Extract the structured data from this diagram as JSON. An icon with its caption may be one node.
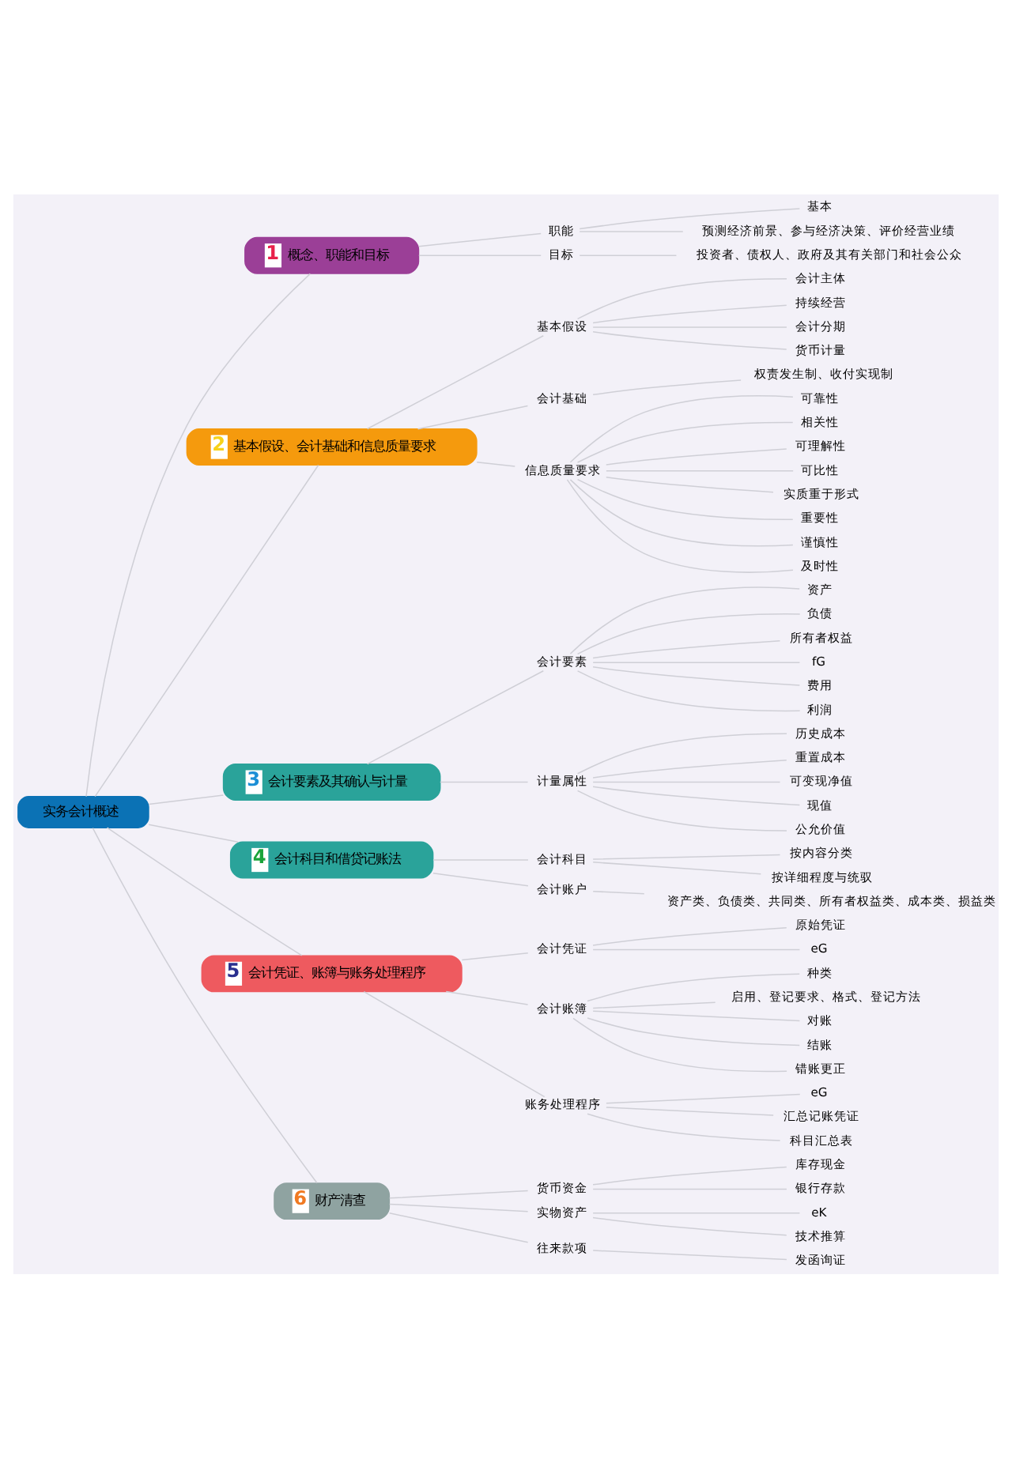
{
  "diagram": {
    "nodes": [
      {
        "text": [
          "实务会计概述"
        ]
      },
      {
        "text": [
          "1",
          "概念、职能和目标"
        ]
      },
      {
        "text": [
          "职能"
        ]
      },
      {
        "text": [
          "基本"
        ]
      },
      {
        "text": [
          "预测经济前景、参与经济决策、评价经营业绩"
        ]
      },
      {
        "text": [
          "目标"
        ]
      },
      {
        "text": [
          "投资者、债权人、政府及其有关部门和社会公众"
        ]
      },
      {
        "text": [
          "2",
          "基本假设、会计基础和信息质量要求"
        ]
      },
      {
        "text": [
          "基本假设"
        ]
      },
      {
        "text": [
          "会计主体"
        ]
      },
      {
        "text": [
          "持续经营"
        ]
      },
      {
        "text": [
          "会计分期"
        ]
      },
      {
        "text": [
          "货币计量"
        ]
      },
      {
        "text": [
          "会计基础"
        ]
      },
      {
        "text": [
          "权责发生制、收付实现制"
        ]
      },
      {
        "text": [
          "信息质量要求"
        ]
      },
      {
        "text": [
          "可靠性"
        ]
      },
      {
        "text": [
          "相关性"
        ]
      },
      {
        "text": [
          "可理解性"
        ]
      },
      {
        "text": [
          "可比性"
        ]
      },
      {
        "text": [
          "实质重于形式"
        ]
      },
      {
        "text": [
          "重要性"
        ]
      },
      {
        "text": [
          "谨慎性"
        ]
      },
      {
        "text": [
          "及时性"
        ]
      },
      {
        "text": [
          "3",
          "会计要素及其确认与计量"
        ]
      },
      {
        "text": [
          "会计要素"
        ]
      },
      {
        "text": [
          "资产"
        ]
      },
      {
        "text": [
          "负债"
        ]
      },
      {
        "text": [
          "所有者权益"
        ]
      },
      {
        "text": [
          "fG"
        ]
      },
      {
        "text": [
          "费用"
        ]
      },
      {
        "text": [
          "利润"
        ]
      },
      {
        "text": [
          "计量属性"
        ]
      },
      {
        "text": [
          "历史成本"
        ]
      },
      {
        "text": [
          "重置成本"
        ]
      },
      {
        "text": [
          "可变现净值"
        ]
      },
      {
        "text": [
          "现值"
        ]
      },
      {
        "text": [
          "公允价值"
        ]
      },
      {
        "text": [
          "4",
          "会计科目和借贷记账法"
        ]
      },
      {
        "text": [
          "会计科目"
        ]
      },
      {
        "text": [
          "按内容分类"
        ]
      },
      {
        "text": [
          "按详细程度与统驭"
        ]
      },
      {
        "text": [
          "会计账户"
        ]
      },
      {
        "text": [
          "资产类、负债类、共同类、所有者权益类、成本类、损益类"
        ]
      },
      {
        "text": [
          "5",
          "会计凭证、账簿与账务处理程序"
        ]
      },
      {
        "text": [
          "会计凭证"
        ]
      },
      {
        "text": [
          "原始凭证"
        ]
      },
      {
        "text": [
          "eG"
        ]
      },
      {
        "text": [
          "会计账簿"
        ]
      },
      {
        "text": [
          "种类"
        ]
      },
      {
        "text": [
          "启用、登记要求、格式、登记方法"
        ]
      },
      {
        "text": [
          "对账"
        ]
      },
      {
        "text": [
          "结账"
        ]
      },
      {
        "text": [
          "错账更正"
        ]
      },
      {
        "text": [
          "账务处理程序"
        ]
      },
      {
        "text": [
          "eG"
        ]
      },
      {
        "text": [
          "汇总记账凭证"
        ]
      },
      {
        "text": [
          "科目汇总表"
        ]
      },
      {
        "text": [
          "6",
          "财产清查"
        ]
      },
      {
        "text": [
          "货币资金"
        ]
      },
      {
        "text": [
          "库存现金"
        ]
      },
      {
        "text": [
          "银行存款"
        ]
      },
      {
        "text": [
          "实物资产"
        ]
      },
      {
        "text": [
          "eK"
        ]
      },
      {
        "text": [
          "技术推算"
        ]
      },
      {
        "text": [
          "往来款项"
        ]
      },
      {
        "text": [
          "发函询证"
        ]
      }
    ],
    "edges": [
      {
        "from": 0,
        "to": 1,
        "arrow": "none"
      },
      {
        "from": 1,
        "to": 2,
        "arrow": "none"
      },
      {
        "from": 2,
        "to": 3,
        "arrow": "none"
      },
      {
        "from": 2,
        "to": 4,
        "arrow": "none"
      },
      {
        "from": 1,
        "to": 5,
        "arrow": "none"
      },
      {
        "from": 5,
        "to": 6,
        "arrow": "none"
      },
      {
        "from": 0,
        "to": 7,
        "arrow": "none"
      },
      {
        "from": 7,
        "to": 8,
        "arrow": "none"
      },
      {
        "from": 8,
        "to": 9,
        "arrow": "none"
      },
      {
        "from": 8,
        "to": 10,
        "arrow": "none"
      },
      {
        "from": 8,
        "to": 11,
        "arrow": "none"
      },
      {
        "from": 8,
        "to": 12,
        "arrow": "none"
      },
      {
        "from": 7,
        "to": 13,
        "arrow": "none"
      },
      {
        "from": 13,
        "to": 14,
        "arrow": "none"
      },
      {
        "from": 7,
        "to": 15,
        "arrow": "none"
      },
      {
        "from": 15,
        "to": 16,
        "arrow": "none"
      },
      {
        "from": 15,
        "to": 17,
        "arrow": "none"
      },
      {
        "from": 15,
        "to": 18,
        "arrow": "none"
      },
      {
        "from": 15,
        "to": 19,
        "arrow": "none"
      },
      {
        "from": 15,
        "to": 20,
        "arrow": "none"
      },
      {
        "from": 15,
        "to": 21,
        "arrow": "none"
      },
      {
        "from": 15,
        "to": 22,
        "arrow": "none"
      },
      {
        "from": 15,
        "to": 23,
        "arrow": "none"
      },
      {
        "from": 0,
        "to": 24,
        "arrow": "none"
      },
      {
        "from": 24,
        "to": 25,
        "arrow": "none"
      },
      {
        "from": 25,
        "to": 26,
        "arrow": "none"
      },
      {
        "from": 25,
        "to": 27,
        "arrow": "none"
      },
      {
        "from": 25,
        "to": 28,
        "arrow": "none"
      },
      {
        "from": 25,
        "to": 29,
        "arrow": "none"
      },
      {
        "from": 25,
        "to": 30,
        "arrow": "none"
      },
      {
        "from": 25,
        "to": 31,
        "arrow": "none"
      },
      {
        "from": 24,
        "to": 32,
        "arrow": "none"
      },
      {
        "from": 32,
        "to": 33,
        "arrow": "none"
      },
      {
        "from": 32,
        "to": 34,
        "arrow": "none"
      },
      {
        "from": 32,
        "to": 35,
        "arrow": "none"
      },
      {
        "from": 32,
        "to": 36,
        "arrow": "none"
      },
      {
        "from": 32,
        "to": 37,
        "arrow": "none"
      },
      {
        "from": 0,
        "to": 38,
        "arrow": "none"
      },
      {
        "from": 38,
        "to": 39,
        "arrow": "none"
      },
      {
        "from": 39,
        "to": 40,
        "arrow": "none"
      },
      {
        "from": 39,
        "to": 41,
        "arrow": "none"
      },
      {
        "from": 38,
        "to": 42,
        "arrow": "none"
      },
      {
        "from": 42,
        "to": 43,
        "arrow": "none"
      },
      {
        "from": 0,
        "to": 44,
        "arrow": "none"
      },
      {
        "from": 44,
        "to": 45,
        "arrow": "none"
      },
      {
        "from": 45,
        "to": 46,
        "arrow": "none"
      },
      {
        "from": 45,
        "to": 47,
        "arrow": "none"
      },
      {
        "from": 44,
        "to": 48,
        "arrow": "none"
      },
      {
        "from": 48,
        "to": 49,
        "arrow": "none"
      },
      {
        "from": 48,
        "to": 50,
        "arrow": "none"
      },
      {
        "from": 48,
        "to": 51,
        "arrow": "none"
      },
      {
        "from": 48,
        "to": 52,
        "arrow": "none"
      },
      {
        "from": 48,
        "to": 53,
        "arrow": "none"
      },
      {
        "from": 44,
        "to": 54,
        "arrow": "none"
      },
      {
        "from": 54,
        "to": 55,
        "arrow": "none"
      },
      {
        "from": 54,
        "to": 56,
        "arrow": "none"
      },
      {
        "from": 54,
        "to": 57,
        "arrow": "none"
      },
      {
        "from": 0,
        "to": 58,
        "arrow": "none"
      },
      {
        "from": 58,
        "to": 59,
        "arrow": "none"
      },
      {
        "from": 59,
        "to": 60,
        "arrow": "none"
      },
      {
        "from": 59,
        "to": 61,
        "arrow": "none"
      },
      {
        "from": 58,
        "to": 62,
        "arrow": "none"
      },
      {
        "from": 62,
        "to": 63,
        "arrow": "none"
      },
      {
        "from": 62,
        "to": 64,
        "arrow": "none"
      },
      {
        "from": 58,
        "to": 65,
        "arrow": "none"
      },
      {
        "from": 65,
        "to": 66,
        "arrow": "none"
      }
    ]
  }
}
